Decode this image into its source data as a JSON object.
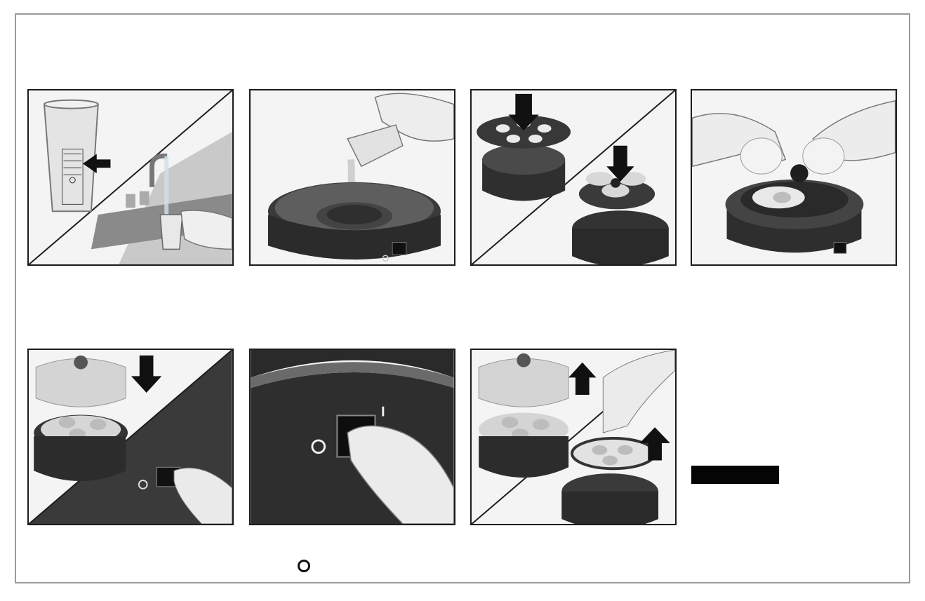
{
  "document": {
    "panels": [
      {
        "id": 1,
        "icon": "measuring-cup-and-faucet"
      },
      {
        "id": 2,
        "icon": "pour-water-into-base"
      },
      {
        "id": 3,
        "icon": "place-trays-on-base"
      },
      {
        "id": 4,
        "icon": "crack-eggs-into-tray"
      },
      {
        "id": 5,
        "icon": "cover-lid-and-press-switch"
      },
      {
        "id": 6,
        "icon": "press-power-switch"
      },
      {
        "id": 7,
        "icon": "remove-lid-and-tray"
      }
    ],
    "off_symbol": "power-off-ring-icon",
    "redaction_bar": "black-redaction-bar"
  },
  "colors": {
    "frame_border": "#9a9a9a",
    "panel_border": "#1c1c1c",
    "appliance_dark": "#2b2b2b",
    "appliance_mid": "#5a5a5a",
    "glass": "#dcdcdc",
    "skin": "#e9e9e9"
  }
}
